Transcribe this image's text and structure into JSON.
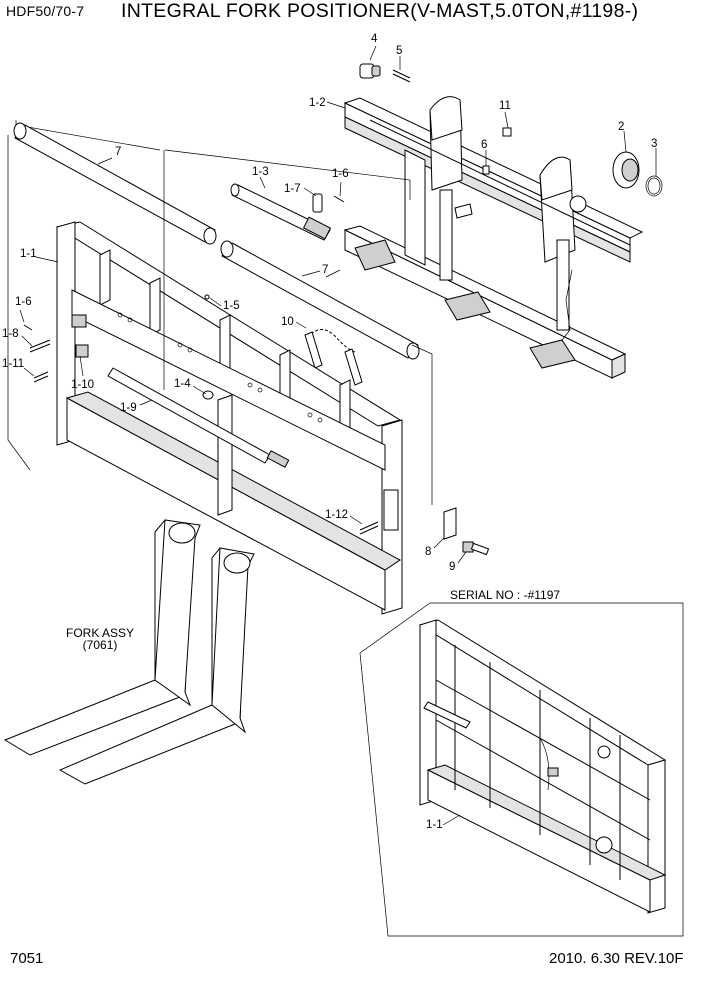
{
  "header": {
    "model_code": "HDF50/70-7",
    "title": "INTEGRAL FORK POSITIONER(V-MAST,5.0TON,#1198-)"
  },
  "callouts": {
    "c4": "4",
    "c5": "5",
    "c1_2": "1-2",
    "c11": "11",
    "c2": "2",
    "c3": "3",
    "c6": "6",
    "c7_top": "7",
    "c1_3": "1-3",
    "c1_6_top": "1-6",
    "c1_7": "1-7",
    "c1_1_main": "1-1",
    "c7_mid": "7",
    "c1_6_left": "1-6",
    "c1_5": "1-5",
    "c1_8": "1-8",
    "c10": "10",
    "c1_11": "1-11",
    "c1_4": "1-4",
    "c1_10": "1-10",
    "c1_9": "1-9",
    "c1_12": "1-12",
    "c8": "8",
    "c9": "9",
    "c1_1_inset": "1-1"
  },
  "inset": {
    "caption": "SERIAL NO : -#1197"
  },
  "fork_assy": {
    "line1": "FORK ASSY",
    "line2": "(7061)"
  },
  "footer": {
    "page_number": "7051",
    "revision": "2010. 6.30  REV.10F"
  }
}
